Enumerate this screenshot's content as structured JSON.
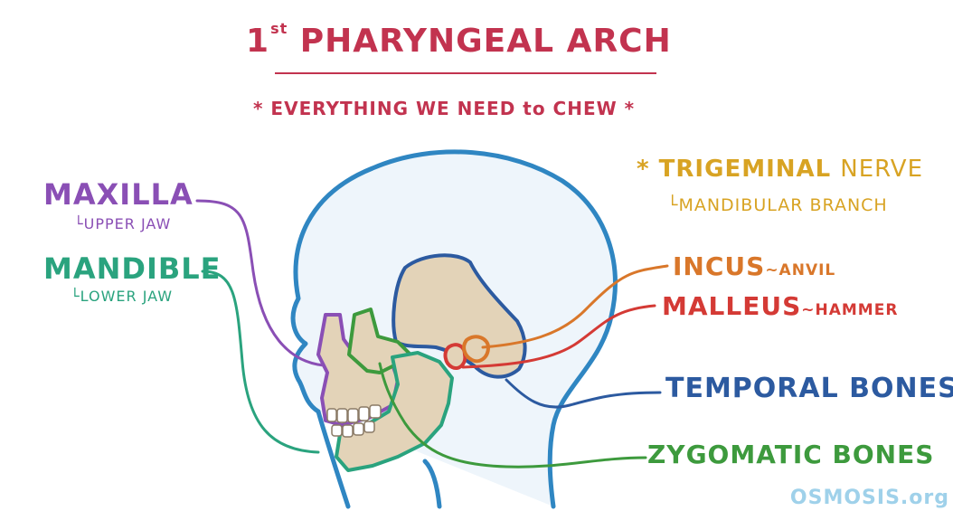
{
  "header": {
    "title_main": "1",
    "title_sup": "st",
    "title_rest": "PHARYNGEAL ARCH",
    "subtitle": "* EVERYTHING WE NEED to CHEW *"
  },
  "labels": {
    "maxilla": {
      "name": "MAXILLA",
      "note": "UPPER JAW",
      "color": "#8a4fb5"
    },
    "mandible": {
      "name": "MANDIBLE",
      "note": "LOWER JAW",
      "color": "#2aa37e"
    },
    "trigeminal": {
      "star": "*",
      "name": "TRIGEMINAL",
      "name2": "NERVE",
      "note": "MANDIBULAR BRANCH",
      "color": "#d8a323"
    },
    "incus": {
      "name": "INCUS",
      "note": "~ANVIL",
      "color": "#d9772a"
    },
    "malleus": {
      "name": "MALLEUS",
      "note": "~HAMMER",
      "color": "#d43a35"
    },
    "temporal": {
      "name": "TEMPORAL BONES",
      "color": "#2c5aa0"
    },
    "zygomatic": {
      "name": "ZYGOMATIC BONES",
      "color": "#3d9a3d"
    }
  },
  "branding": {
    "logo_text": "OSMOSIS.org",
    "color": "#9fd1ea"
  },
  "colors": {
    "head_outline": "#2f86c2",
    "head_fill": "#eef5fb",
    "bone_fill": "#e3d3b8",
    "teeth_fill": "#ffffff"
  }
}
